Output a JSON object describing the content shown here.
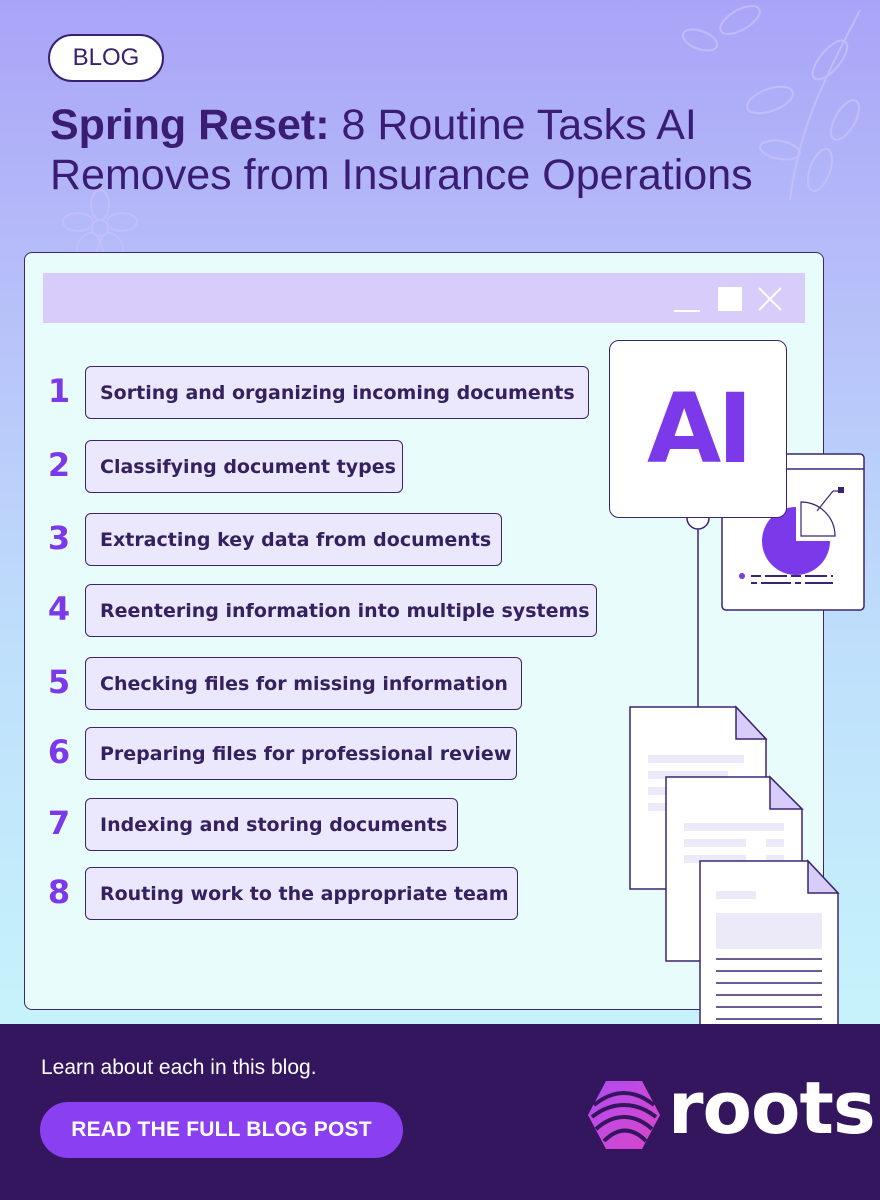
{
  "tag": "BLOG",
  "title": {
    "bold": "Spring Reset:",
    "rest_line1": " 8 Routine Tasks AI",
    "line2": "Removes from Insurance Operations"
  },
  "tasks": [
    {
      "num": "1",
      "label": "Sorting and organizing incoming documents"
    },
    {
      "num": "2",
      "label": "Classifying document types"
    },
    {
      "num": "3",
      "label": "Extracting key data from documents"
    },
    {
      "num": "4",
      "label": "Reentering information into multiple systems"
    },
    {
      "num": "5",
      "label": "Checking files for missing information"
    },
    {
      "num": "6",
      "label": "Preparing files for professional review"
    },
    {
      "num": "7",
      "label": "Indexing and storing documents"
    },
    {
      "num": "8",
      "label": "Routing work to the appropriate team"
    }
  ],
  "ai_card": {
    "label": "AI"
  },
  "footer": {
    "text": "Learn about each in this blog.",
    "cta": "READ THE FULL BLOG POST",
    "logo": "roots"
  },
  "icons": {
    "minimize": "minimize-icon",
    "maximize": "maximize-icon",
    "close": "close-icon",
    "chart": "pie-chart-icon",
    "documents": "document-icon",
    "logo": "roots-logo-mark"
  },
  "colors": {
    "accent": "#7b39ea",
    "dark": "#34165e",
    "cta": "#8a3ff0"
  }
}
